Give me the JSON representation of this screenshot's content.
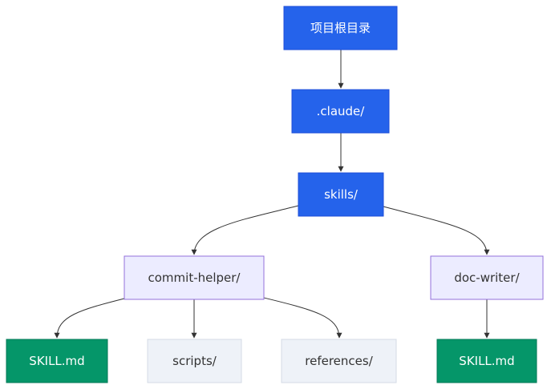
{
  "diagram": {
    "type": "flowchart",
    "direction": "top-down",
    "colors": {
      "root_fill": "#2563eb",
      "folder_fill": "#ececff",
      "folder_stroke": "#9370db",
      "subfolder_fill": "#eef2f8",
      "file_fill": "#059669",
      "edge": "#333333"
    },
    "nodes": {
      "project_root": "项目根目录",
      "claude_dir": ".claude/",
      "skills_dir": "skills/",
      "commit_helper_dir": "commit-helper/",
      "doc_writer_dir": "doc-writer/",
      "commit_helper_skill": "SKILL.md",
      "scripts_dir": "scripts/",
      "references_dir": "references/",
      "doc_writer_skill": "SKILL.md"
    },
    "edges": [
      [
        "project_root",
        "claude_dir"
      ],
      [
        "claude_dir",
        "skills_dir"
      ],
      [
        "skills_dir",
        "commit_helper_dir"
      ],
      [
        "skills_dir",
        "doc_writer_dir"
      ],
      [
        "commit_helper_dir",
        "commit_helper_skill"
      ],
      [
        "commit_helper_dir",
        "scripts_dir"
      ],
      [
        "commit_helper_dir",
        "references_dir"
      ],
      [
        "doc_writer_dir",
        "doc_writer_skill"
      ]
    ]
  }
}
